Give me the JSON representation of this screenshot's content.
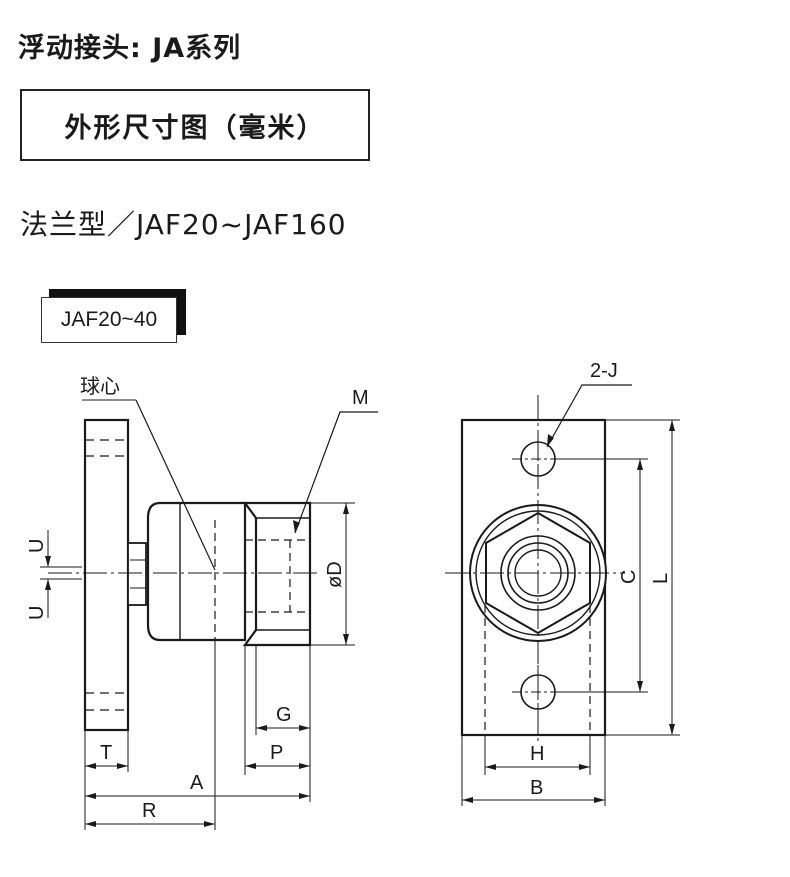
{
  "header": {
    "series_title": "浮动接头: JA系列",
    "dimension_box_label": "外形尺寸图（毫米）",
    "subtitle": "法兰型／JAF20~JAF160",
    "model_tag": "JAF20~40"
  },
  "side_view_labels": {
    "ball_center": "球心",
    "M": "M",
    "U_top": "U",
    "U_bottom": "U",
    "phiD": "øD",
    "G": "G",
    "P": "P",
    "T": "T",
    "A": "A",
    "R": "R"
  },
  "front_view_labels": {
    "hole": "2-J",
    "C": "C",
    "L": "L",
    "H": "H",
    "B": "B"
  }
}
